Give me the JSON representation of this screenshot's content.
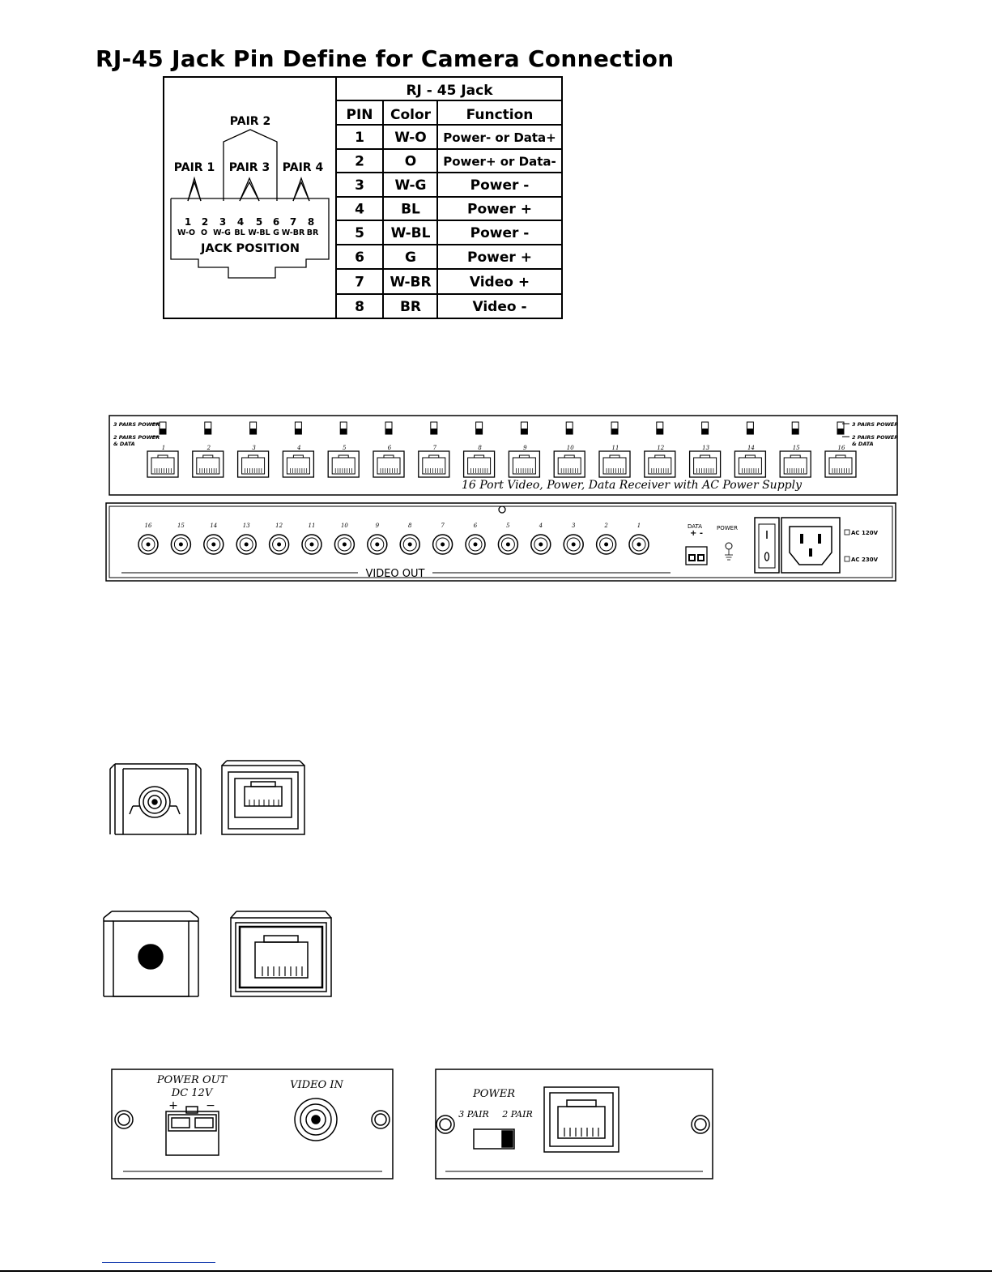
{
  "title": "RJ-45 Jack Pin Define for Camera Connection",
  "pinout": {
    "pairs": [
      "PAIR 1",
      "PAIR 2",
      "PAIR 3",
      "PAIR 4"
    ],
    "jack_pins": [
      {
        "num": "1",
        "color": "W-O"
      },
      {
        "num": "2",
        "color": "O"
      },
      {
        "num": "3",
        "color": "W-G"
      },
      {
        "num": "4",
        "color": "BL"
      },
      {
        "num": "5",
        "color": "W-BL"
      },
      {
        "num": "6",
        "color": "G"
      },
      {
        "num": "7",
        "color": "W-BR"
      },
      {
        "num": "8",
        "color": "BR"
      }
    ],
    "jack_position_label": "JACK POSITION"
  },
  "pin_table": {
    "title": "RJ - 45 Jack",
    "headers": [
      "PIN",
      "Color",
      "Function"
    ],
    "rows": [
      {
        "pin": "1",
        "color": "W-O",
        "function": "Power- or Data+"
      },
      {
        "pin": "2",
        "color": "O",
        "function": "Power+ or Data-"
      },
      {
        "pin": "3",
        "color": "W-G",
        "function": "Power -"
      },
      {
        "pin": "4",
        "color": "BL",
        "function": "Power +"
      },
      {
        "pin": "5",
        "color": "W-BL",
        "function": "Power -"
      },
      {
        "pin": "6",
        "color": "G",
        "function": "Power +"
      },
      {
        "pin": "7",
        "color": "W-BR",
        "function": "Video +"
      },
      {
        "pin": "8",
        "color": "BR",
        "function": "Video -"
      }
    ]
  },
  "receiver_front": {
    "left_label_3": "3 PAIRS POWER",
    "left_label_2a": "2 PAIRS POWER",
    "left_label_2b": "& DATA",
    "right_label_3": "3 PAIRS POWER",
    "right_label_2a": "2 PAIRS POWER",
    "right_label_2b": "& DATA",
    "ports": [
      "1",
      "2",
      "3",
      "4",
      "5",
      "6",
      "7",
      "8",
      "9",
      "10",
      "11",
      "12",
      "13",
      "14",
      "15",
      "16"
    ],
    "caption": "16 Port Video, Power, Data Receiver with AC Power Supply"
  },
  "receiver_back": {
    "bnc": [
      "16",
      "15",
      "14",
      "13",
      "12",
      "11",
      "10",
      "9",
      "8",
      "7",
      "6",
      "5",
      "4",
      "3",
      "2",
      "1"
    ],
    "video_out_label": "VIDEO OUT",
    "data_label": "DATA",
    "data_polarity": "+  -",
    "power_label": "POWER",
    "ac_120": "AC 120V",
    "ac_230": "AC 230V"
  },
  "camera_panel": {
    "power_out_line1": "POWER OUT",
    "power_out_line2": "DC 12V",
    "plus": "+",
    "minus": "−",
    "video_in": "VIDEO IN"
  },
  "rj45_panel": {
    "power": "POWER",
    "three_pair": "3 PAIR",
    "two_pair": "2 PAIR"
  }
}
